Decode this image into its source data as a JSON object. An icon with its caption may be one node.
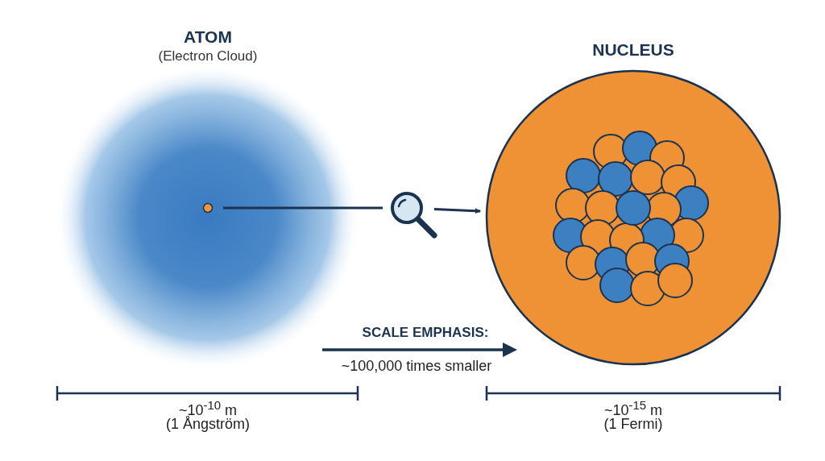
{
  "diagram": {
    "nodes": [
      {
        "text": [
          "ATOM",
          "(Electron Cloud)"
        ]
      },
      {
        "text": [],
        "shape": "circle",
        "in": 0
      },
      {
        "text": [],
        "shape": "picture"
      },
      {
        "text": [
          "NUCLEUS"
        ]
      }
    ],
    "edges": [
      {
        "from": 1,
        "to": 2,
        "arrow": "none"
      },
      {
        "from": 2,
        "to": 3,
        "arrow": "to"
      }
    ],
    "labels": [
      "SCALE EMPHASIS:",
      "~100,000 times smaller",
      "~10$^{-10}$ m",
      "(1 Ångström)",
      "~10$^{-15}$ m",
      "(1 Fermi)"
    ]
  }
}
